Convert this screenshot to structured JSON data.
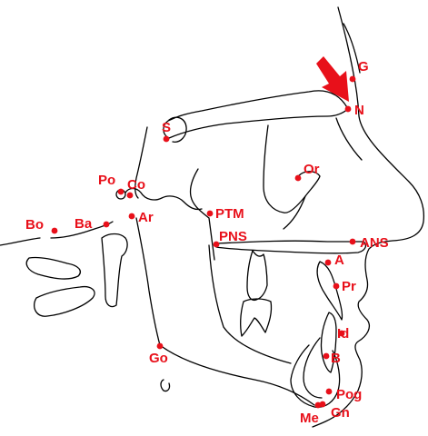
{
  "diagram": {
    "landmarks": [
      {
        "id": "g",
        "label": "G"
      },
      {
        "id": "n",
        "label": "N"
      },
      {
        "id": "s",
        "label": "S"
      },
      {
        "id": "or",
        "label": "Or"
      },
      {
        "id": "po",
        "label": "Po"
      },
      {
        "id": "co",
        "label": "Co"
      },
      {
        "id": "bo",
        "label": "Bo"
      },
      {
        "id": "ba",
        "label": "Ba"
      },
      {
        "id": "ar",
        "label": "Ar"
      },
      {
        "id": "ptm",
        "label": "PTM"
      },
      {
        "id": "pns",
        "label": "PNS"
      },
      {
        "id": "ans",
        "label": "ANS"
      },
      {
        "id": "a",
        "label": "A"
      },
      {
        "id": "pr",
        "label": "Pr"
      },
      {
        "id": "id",
        "label": "Id"
      },
      {
        "id": "b",
        "label": "B"
      },
      {
        "id": "go",
        "label": "Go"
      },
      {
        "id": "pog",
        "label": "Pog"
      },
      {
        "id": "gn",
        "label": "Gn"
      },
      {
        "id": "me",
        "label": "Me"
      }
    ],
    "pointer_arrow": {
      "target": "n",
      "color": "#e8101a"
    },
    "colors": {
      "landmark": "#e8101a",
      "tracing": "#000000",
      "background": "#ffffff"
    }
  }
}
